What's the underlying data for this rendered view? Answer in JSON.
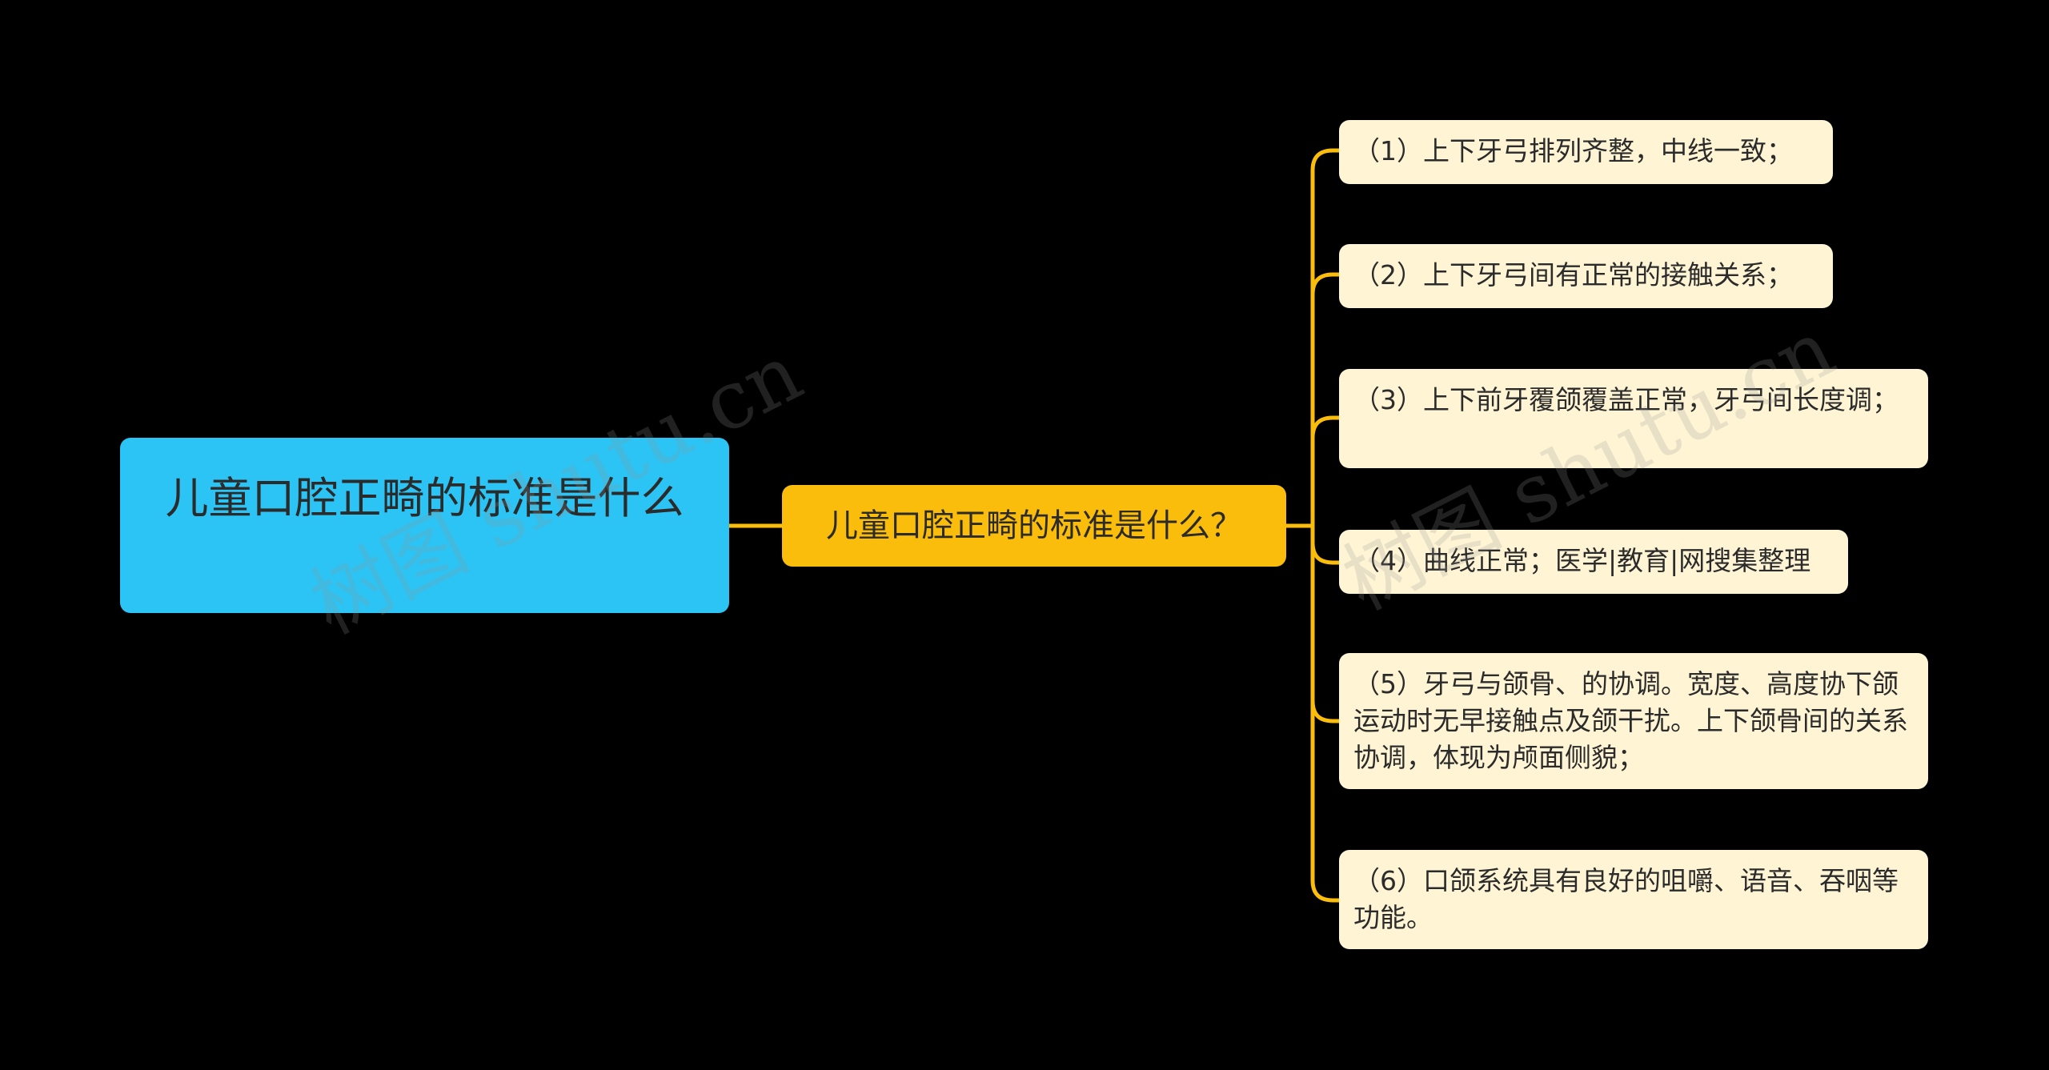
{
  "mindmap": {
    "root": {
      "label": "儿童口腔正畸的标准是什么"
    },
    "branch": {
      "label": "儿童口腔正畸的标准是什么？"
    },
    "leaves": [
      {
        "label": "（1）上下牙弓排列齐整，中线一致；"
      },
      {
        "label": "（2）上下牙弓间有正常的接触关系；"
      },
      {
        "label": "（3）上下前牙覆颌覆盖正常，牙弓间长度调；"
      },
      {
        "label": "（4）曲线正常；医学|教育|网搜集整理"
      },
      {
        "label": "（5）牙弓与颌骨、的协调。宽度、高度协下颌运动时无早接触点及颌干扰。上下颌骨间的关系协调，体现为颅面侧貌；"
      },
      {
        "label": "（6）口颌系统具有良好的咀嚼、语音、吞咽等功能。"
      }
    ]
  },
  "watermark": {
    "text": "树图 shutu.cn"
  },
  "colors": {
    "background": "#000000",
    "root": "#2bc4f4",
    "branch": "#fbbd0b",
    "leaf": "#fff5d4",
    "connector": "#fbbd0b"
  }
}
